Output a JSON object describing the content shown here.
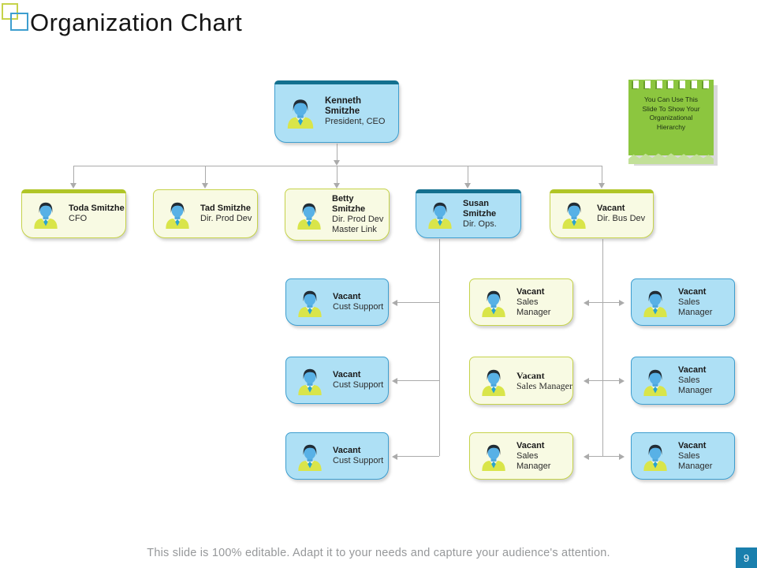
{
  "slide": {
    "title": "Organization Chart",
    "footer": "This slide is 100% editable. Adapt it to your needs and capture your audience's attention.",
    "page_number": "9"
  },
  "sticky_note": {
    "lines": [
      "You Can Use This",
      "Slide To Show Your",
      "Organizational",
      "Hierarchy"
    ]
  },
  "colors": {
    "teal_accent": "#13708f",
    "blue_node_fill": "#aee0f5",
    "blue_node_border": "#3e9ecf",
    "yellow_node_fill": "#f8fae3",
    "yellow_node_border": "#c6d34b",
    "yellow_accent": "#b0c526",
    "note_green": "#8cc63f",
    "connector_gray": "#ababab",
    "page_badge_teal": "#1a7fad"
  },
  "org_chart": {
    "root": {
      "name": "Kenneth Smitzhe",
      "title": "President, CEO"
    },
    "level2": [
      {
        "name": "Toda Smitzhe",
        "title": "CFO"
      },
      {
        "name": "Tad Smitzhe",
        "title": "Dir. Prod Dev"
      },
      {
        "name": "Betty Smitzhe",
        "title": "Dir. Prod Dev",
        "subtitle": "Master Link"
      },
      {
        "name": "Susan Smitzhe",
        "title": "Dir. Ops."
      },
      {
        "name": "Vacant",
        "title": "Dir. Bus Dev"
      }
    ],
    "cust_support_column": [
      {
        "name": "Vacant",
        "title": "Cust Support"
      },
      {
        "name": "Vacant",
        "title": "Cust Support"
      },
      {
        "name": "Vacant",
        "title": "Cust Support"
      }
    ],
    "sales_mid_column": [
      {
        "name": "Vacant",
        "title": "Sales Manager"
      },
      {
        "name": "Vacant",
        "title": "Sales Manager"
      },
      {
        "name": "Vacant",
        "title": "Sales Manager"
      }
    ],
    "sales_right_column": [
      {
        "name": "Vacant",
        "title": "Sales Manager"
      },
      {
        "name": "Vacant",
        "title": "Sales Manager"
      },
      {
        "name": "Vacant",
        "title": "Sales Manager"
      }
    ]
  }
}
